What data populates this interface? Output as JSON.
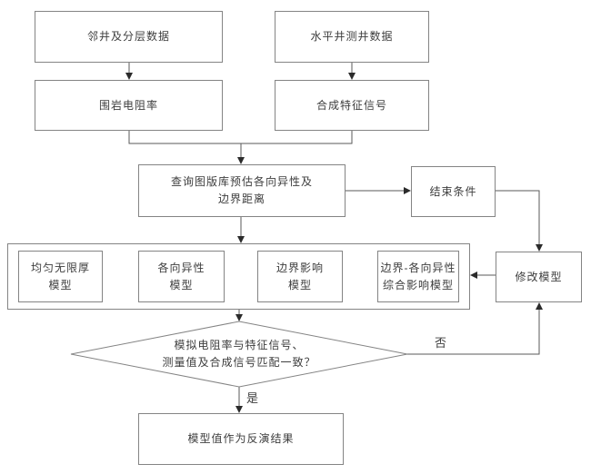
{
  "nodes": {
    "adjacent_well_data": {
      "label": "邻井及分层数据"
    },
    "horizontal_well_data": {
      "label": "水平井测井数据"
    },
    "surrounding_rock_resistivity": {
      "label": "围岩电阻率"
    },
    "synthetic_feature_signal": {
      "label": "合成特征信号"
    },
    "query_chart_library": {
      "label": "查询图版库预估各向异性及\n边界距离"
    },
    "end_condition": {
      "label": "结束条件"
    },
    "model_uniform_infinite": {
      "label": "均匀无限厚\n模型"
    },
    "model_anisotropy": {
      "label": "各向异性\n模型"
    },
    "model_boundary_effect": {
      "label": "边界影响\n模型"
    },
    "model_combined_effect": {
      "label": "边界-各向异性\n综合影响模型"
    },
    "modify_model": {
      "label": "修改模型"
    },
    "decision_match": {
      "label": "模拟电阻率与特征信号、\n测量值及合成信号匹配一致？"
    },
    "inversion_result": {
      "label": "模型值作为反演结果"
    }
  },
  "edge_labels": {
    "no": "否",
    "yes": "是"
  },
  "colors": {
    "background": "#ffffff",
    "box_border": "#848484",
    "connector": "#5a5a5a",
    "arrowhead": "#2b2b2b",
    "text": "#3d3d3d"
  }
}
